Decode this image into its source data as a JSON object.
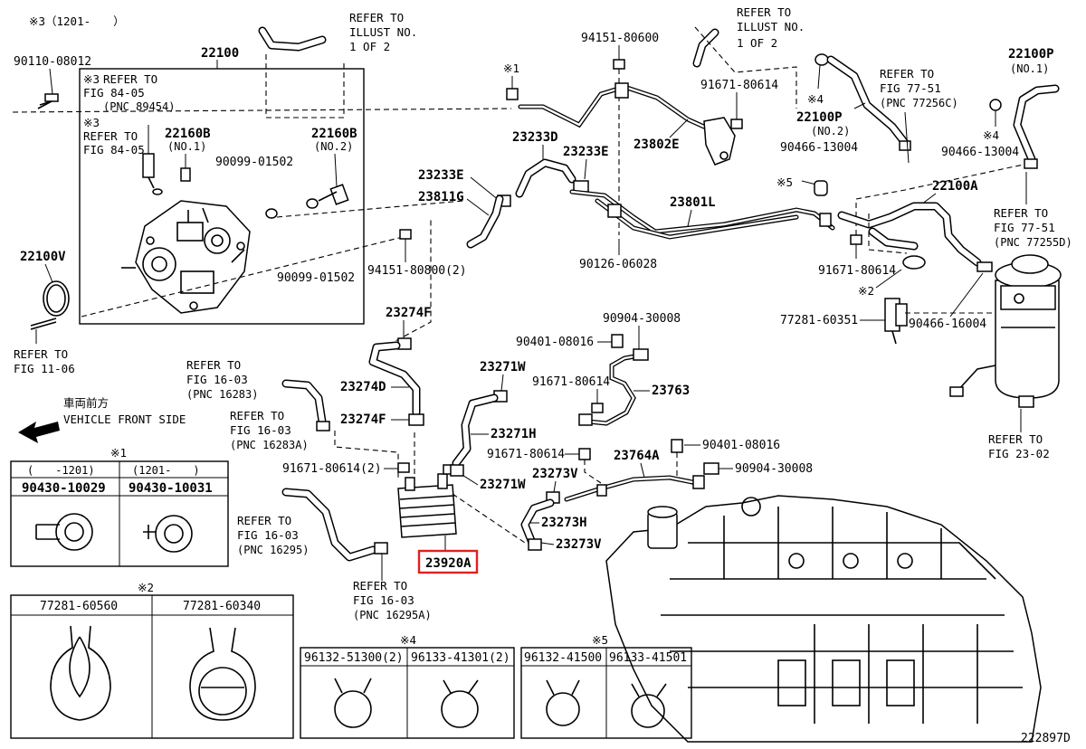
{
  "diagram_id": "222897D",
  "header_note": "※3（1201-　　）",
  "highlight_part": "23920A",
  "labels": {
    "p90110": "90110-08012",
    "p22100": "22100",
    "p22100v": "22100V",
    "p22160b_1": "22160B",
    "p22160b_1_sub": "(NO.1)",
    "p22160b_2": "22160B",
    "p22160b_2_sub": "(NO.2)",
    "p90099_a": "90099-01502",
    "p90099_b": "90099-01502",
    "p94151_a": "94151-80600",
    "p94151_b": "94151-80800(2)",
    "p91671_a": "91671-80614",
    "p91671_b": "91671-80614",
    "p91671_c": "91671-80614",
    "p91671_d": "91671-80614",
    "p91671_e": "91671-80614(2)",
    "p23233d": "23233D",
    "p23233e_a": "23233E",
    "p23233e_b": "23233E",
    "p23811g": "23811G",
    "p23802e": "23802E",
    "p23801l": "23801L",
    "p90126": "90126-06028",
    "p22100p_1": "22100P",
    "p22100p_1_sub": "(NO.1)",
    "p22100p_2": "22100P",
    "p22100p_2_sub": "(NO.2)",
    "p90466_a": "90466-13004",
    "p90466_b": "90466-13004",
    "p90466_c": "90466-16004",
    "p22100a": "22100A",
    "p77281_60351": "77281-60351",
    "p23274f_a": "23274F",
    "p23274f_b": "23274F",
    "p23274d": "23274D",
    "p90904_a": "90904-30008",
    "p90904_b": "90904-30008",
    "p90401_a": "90401-08016",
    "p90401_b": "90401-08016",
    "p23271w_a": "23271W",
    "p23271w_b": "23271W",
    "p23271h": "23271H",
    "p23763": "23763",
    "p23764a": "23764A",
    "p23273v_a": "23273V",
    "p23273v_b": "23273V",
    "p23273h": "23273H",
    "p23920a": "23920A"
  },
  "markers": {
    "m1": "※1",
    "m2": "※2",
    "m3a": "※3",
    "m3b": "※3",
    "m4a": "※4",
    "m4b": "※4",
    "m5": "※5"
  },
  "refs": {
    "r_fig8405_a": [
      "REFER TO",
      "FIG 84-05",
      "(PNC 89454)"
    ],
    "r_fig8405_b": [
      "REFER TO",
      "FIG 84-05"
    ],
    "r_illust_a": [
      "REFER TO",
      "ILLUST NO.",
      "1 OF 2"
    ],
    "r_illust_b": [
      "REFER TO",
      "ILLUST NO.",
      "1 OF 2"
    ],
    "r_fig7751_a": [
      "REFER TO",
      "FIG 77-51",
      "(PNC 77256C)"
    ],
    "r_fig7751_b": [
      "REFER TO",
      "FIG 77-51",
      "(PNC 77255D)"
    ],
    "r_fig1106": [
      "REFER TO",
      "FIG 11-06"
    ],
    "r_fig1603_a": [
      "REFER TO",
      "FIG 16-03",
      "(PNC 16283)"
    ],
    "r_fig1603_b": [
      "REFER TO",
      "FIG 16-03",
      "(PNC 16283A)"
    ],
    "r_fig1603_c": [
      "REFER TO",
      "FIG 16-03",
      "(PNC 16295)"
    ],
    "r_fig1603_d": [
      "REFER TO",
      "FIG 16-03",
      "(PNC 16295A)"
    ],
    "r_fig2302": [
      "REFER TO",
      "FIG 23-02"
    ]
  },
  "front": {
    "jp": "車両前方",
    "en": "VEHICLE FRONT SIDE"
  },
  "tables": {
    "t1": {
      "marker": "※1",
      "col1_range": "(　　-1201)",
      "col2_range": "(1201-　　)",
      "col1": "90430-10029",
      "col2": "90430-10031"
    },
    "t2": {
      "marker": "※2",
      "col1": "77281-60560",
      "col2": "77281-60340"
    },
    "t4": {
      "marker": "※4",
      "col1": "96132-51300(2)",
      "col2": "96133-41301(2)"
    },
    "t5": {
      "marker": "※5",
      "col1": "96132-41500",
      "col2": "96133-41501"
    }
  }
}
